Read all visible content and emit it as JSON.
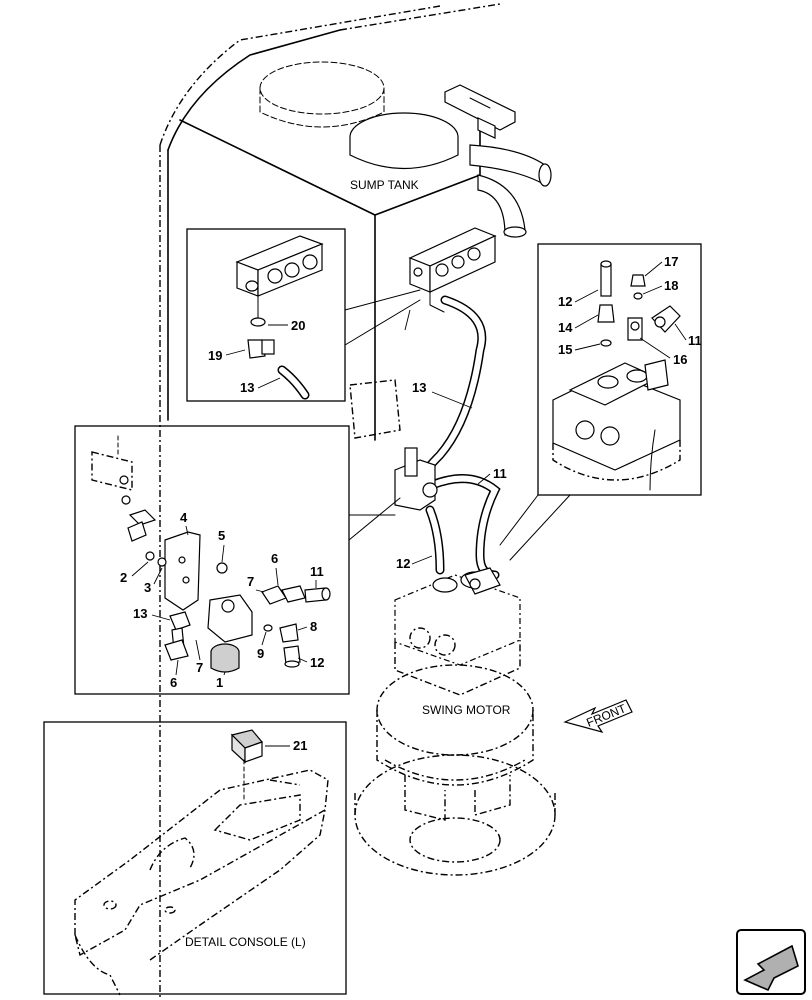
{
  "labels": {
    "sump_tank": "SUMP TANK",
    "swing_motor": "SWING MOTOR",
    "detail_console": "DETAIL CONSOLE (L)",
    "front": "FRONT"
  },
  "callouts": {
    "main_13": "13",
    "main_11": "11",
    "main_12": "12",
    "inset_a_20": "20",
    "inset_a_19": "19",
    "inset_a_13": "13",
    "inset_b_17": "17",
    "inset_b_18": "18",
    "inset_b_12": "12",
    "inset_b_14": "14",
    "inset_b_11": "11",
    "inset_b_15": "15",
    "inset_b_16": "16",
    "inset_c_4": "4",
    "inset_c_5": "5",
    "inset_c_2": "2",
    "inset_c_3": "3",
    "inset_c_6a": "6",
    "inset_c_7a": "7",
    "inset_c_11": "11",
    "inset_c_13": "13",
    "inset_c_8": "8",
    "inset_c_9": "9",
    "inset_c_12": "12",
    "inset_c_7b": "7",
    "inset_c_6b": "6",
    "inset_c_1": "1",
    "inset_d_21": "21"
  }
}
